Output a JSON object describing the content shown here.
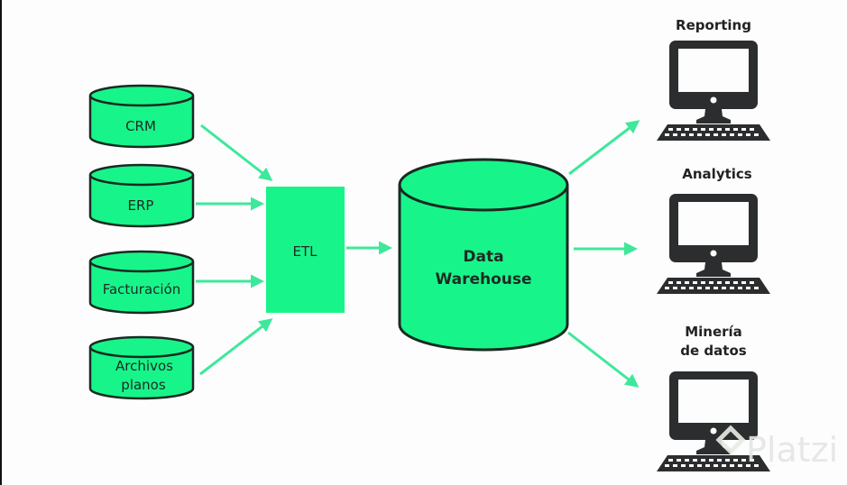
{
  "colors": {
    "accent": "#17f58a",
    "arrow": "#3ee89a",
    "outline": "#1a2a22",
    "monitor": "#2b2d2e",
    "background": "#fdfdfd"
  },
  "sources": [
    {
      "label": "CRM",
      "icon": "database-cylinder-icon"
    },
    {
      "label": "ERP",
      "icon": "database-cylinder-icon"
    },
    {
      "label": "Facturación",
      "icon": "database-cylinder-icon"
    },
    {
      "label": "Archivos",
      "label2": "planos",
      "icon": "database-cylinder-icon"
    }
  ],
  "etl": {
    "label": "ETL"
  },
  "warehouse": {
    "line1": "Data",
    "line2": "Warehouse",
    "icon": "database-cylinder-icon"
  },
  "outputs": [
    {
      "label": "Reporting",
      "icon": "desktop-computer-icon"
    },
    {
      "label": "Analytics",
      "icon": "desktop-computer-icon"
    },
    {
      "label": "Minería",
      "label2": "de datos",
      "icon": "desktop-computer-icon"
    }
  ],
  "watermark": {
    "text": "Platzi"
  }
}
